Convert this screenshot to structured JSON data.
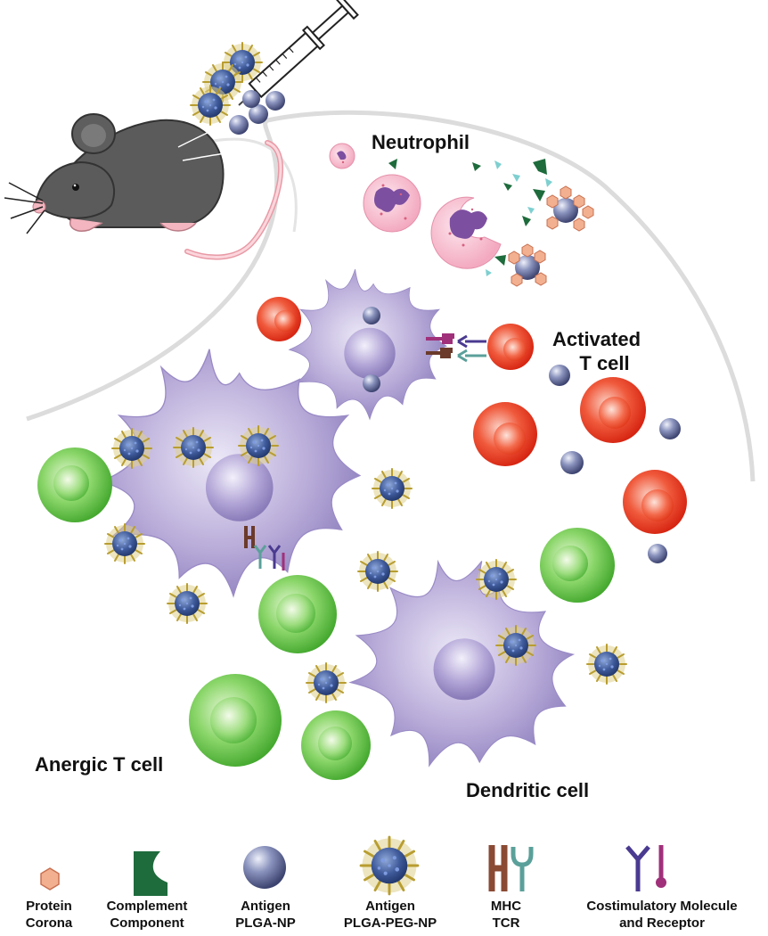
{
  "labels": {
    "neutrophil": "Neutrophil",
    "activated_t_cell": [
      "Activated",
      "T cell"
    ],
    "anergic_t_cell": "Anergic T cell",
    "dendritic_cell": "Dendritic cell"
  },
  "legend": [
    {
      "icon": "protein-corona-icon",
      "lines": [
        "Protein",
        "Corona"
      ]
    },
    {
      "icon": "complement-component-icon",
      "lines": [
        "Complement",
        "Component"
      ]
    },
    {
      "icon": "antigen-plga-np-icon",
      "lines": [
        "Antigen",
        "PLGA-NP"
      ]
    },
    {
      "icon": "antigen-plga-peg-np-icon",
      "lines": [
        "Antigen",
        "PLGA-PEG-NP"
      ]
    },
    {
      "icon": "mhc-tcr-icon",
      "lines": [
        "MHC",
        "TCR"
      ]
    },
    {
      "icon": "costimulatory-icon",
      "lines": [
        "Costimulatory Molecule",
        "and Receptor"
      ]
    }
  ],
  "colors": {
    "activated_t_cell": "#e8321c",
    "anergic_t_cell": "#5cbf3a",
    "dendritic_cell": "#b3a6d6",
    "neutrophil": "#f4b6c8",
    "plga_np": "#6f7aa8",
    "peg_corona": "#c8b450",
    "complement": "#1e6b3c",
    "protein_corona": "#e8a07a",
    "mouse": "#555555"
  }
}
